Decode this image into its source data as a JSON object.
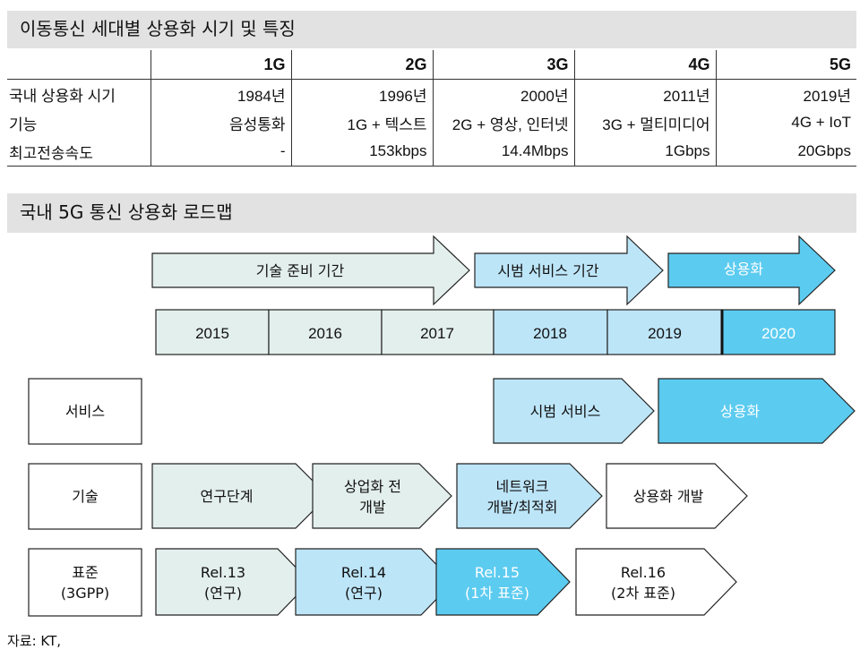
{
  "header1": "이동통신 세대별 상용화 시기 및 특징",
  "header2": "국내 5G 통신 상용화 로드맵",
  "generations": {
    "columns": [
      "1G",
      "2G",
      "3G",
      "4G",
      "5G"
    ],
    "rows": [
      {
        "label": "국내 상용화 시기",
        "values": [
          "1984년",
          "1996년",
          "2000년",
          "2011년",
          "2019년"
        ]
      },
      {
        "label": "기능",
        "values": [
          "음성통화",
          "1G + 텍스트",
          "2G + 영상, 인터넷",
          "3G + 멀티미디어",
          "4G + IoT"
        ]
      },
      {
        "label": "최고전송속도",
        "values": [
          "-",
          "153kbps",
          "14.4Mbps",
          "1Gbps",
          "20Gbps"
        ]
      }
    ]
  },
  "roadmap": {
    "phases": [
      "기술 준비 기간",
      "시범 서비스 기간",
      "상용화"
    ],
    "years": [
      "2015",
      "2016",
      "2017",
      "2018",
      "2019",
      "2020"
    ],
    "service": {
      "label": "서비스",
      "items": [
        "시범 서비스",
        "상용화"
      ]
    },
    "tech": {
      "label": "기술",
      "items": [
        [
          "연구단계"
        ],
        [
          "상업화 전",
          "개발"
        ],
        [
          "네트워크",
          "개발/최적회"
        ],
        [
          "상용화 개발"
        ]
      ]
    },
    "standard": {
      "label": [
        "표준",
        "(3GPP)"
      ],
      "items": [
        [
          "Rel.13",
          "(연구)"
        ],
        [
          "Rel.14",
          "(연구)"
        ],
        [
          "Rel.15",
          "(1차 표준)"
        ],
        [
          "Rel.16",
          "(2차 표준)"
        ]
      ]
    }
  },
  "colors": {
    "light": "#e3efec",
    "mid": "#bde5f8",
    "bright": "#5ccbf0",
    "header": "#e2e2e2"
  },
  "source": "자료: KT,"
}
